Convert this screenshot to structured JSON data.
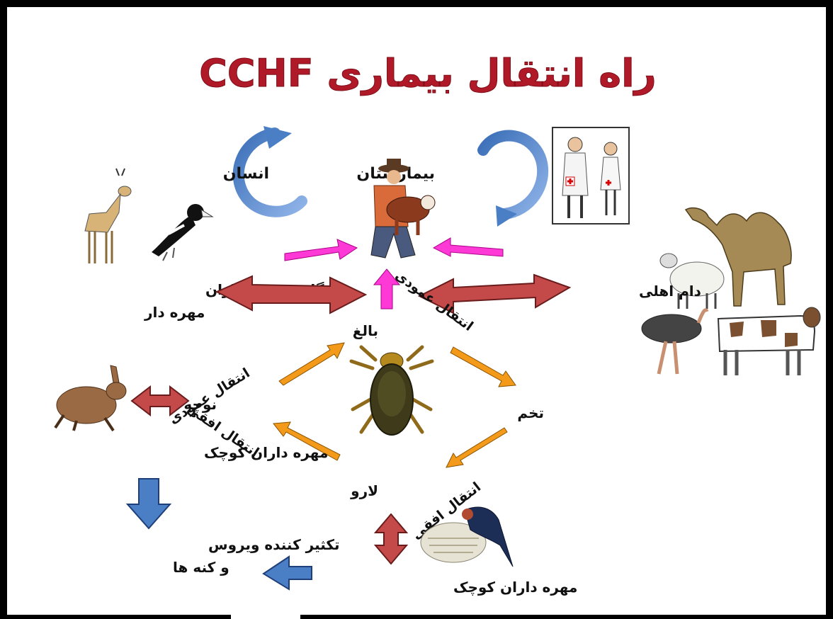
{
  "title": "راه انتقال بیماری CCHF",
  "labels": {
    "human": "انسان",
    "hospital": "بیمارستان",
    "birds_mammals_line1": "پرندگان و پستانداران",
    "birds_mammals_line2": "مهره دار",
    "livestock": "دام اهلی",
    "adult": "بالغ",
    "vertical_left": "انتقال عمودی",
    "vertical_right": "انتقال عمودی",
    "nymph": "نوچه",
    "egg": "تخم",
    "horizontal_left": "انتقال افقی",
    "horizontal_right": "انتقال افقی",
    "larva": "لارو",
    "small_vertebrates_left": "مهره داران کوچک",
    "amplifier_line1": "تکثیر کننده ویروس",
    "amplifier_line2": "و کنه ها",
    "small_vertebrates_bottom": "مهره داران کوچک"
  },
  "colors": {
    "title": "#b01a28",
    "red_arrow": "#c44a4a",
    "magenta_arrow": "#ff39d6",
    "orange_arrow": "#f39a1b",
    "blue_arrow": "#4a7fc6",
    "cycle_arrow": "#5b8fd6"
  },
  "icons": [
    "gazelle-icon",
    "hornbill-icon",
    "farmer-calf-icon",
    "doctors-icon",
    "camel-icon",
    "sheep-icon",
    "ostrich-icon",
    "cow-icon",
    "tick-icon",
    "hare-icon",
    "swallow-nest-icon"
  ]
}
